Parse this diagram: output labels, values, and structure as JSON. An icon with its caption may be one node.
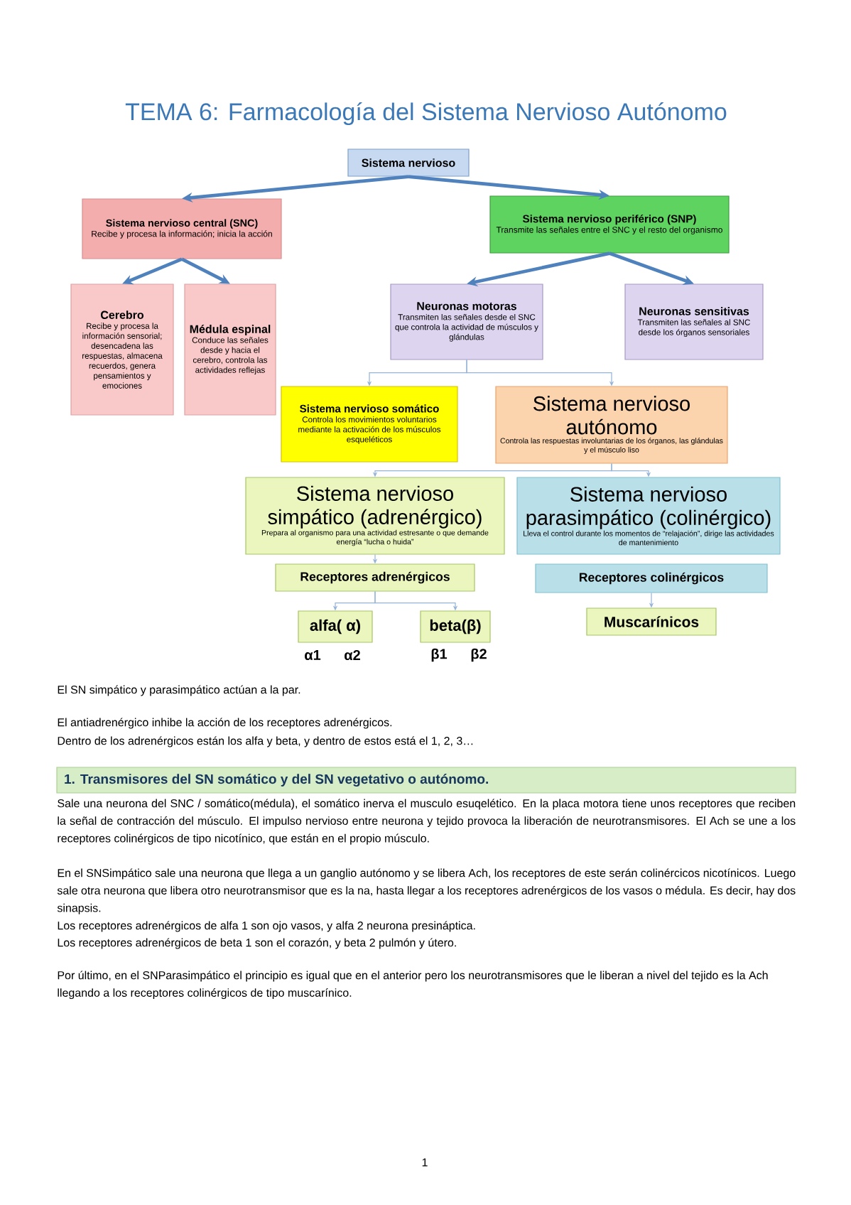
{
  "diagram": {
    "title": "TEMA 6: Farmacología del Sistema Nervioso Autónomo",
    "nodes": [
      {
        "text": [
          "Sistema nervioso"
        ]
      },
      {
        "text": [
          "Sistema nervioso central (SNC)",
          "Recibe y procesa la información; inicia la acción"
        ]
      },
      {
        "text": [
          "Sistema nervioso periférico (SNP)",
          "Transmite las señales entre el SNC y el resto del organismo"
        ]
      },
      {
        "text": [
          "Cerebro",
          "Recibe y procesa la información sensorial; desencadena las respuestas, almacena recuerdos, genera pensamientos y emociones"
        ]
      },
      {
        "text": [
          "Médula espinal",
          "Conduce las señales desde y hacia el cerebro, controla las actividades reflejas"
        ]
      },
      {
        "text": [
          "Neuronas motoras",
          "Transmiten las señales desde el SNC que controla la actividad de músculos y glándulas"
        ]
      },
      {
        "text": [
          "Neuronas sensitivas",
          "Transmiten las señales al SNC desde los órganos sensoriales"
        ]
      },
      {
        "text": [
          "Sistema nervioso somático",
          "Controla los movimientos voluntarios mediante la activación de los músculos esqueléticos"
        ]
      },
      {
        "text": [
          "Sistema nervioso autónomo",
          "Controla las respuestas involuntarias de los órganos, las glándulas y el músculo liso"
        ]
      },
      {
        "text": [
          "Sistema nervioso simpático (adrenérgico)",
          "Prepara al organismo para una actividad estresante o que demande energía “lucha o huida”"
        ]
      },
      {
        "text": [
          "Sistema nervioso parasimpático (colinérgico)",
          "Lleva el control durante los momentos de “relajación”, dirige las actividades de mantenimiento"
        ]
      },
      {
        "text": [
          "Receptores adrenérgicos"
        ]
      },
      {
        "text": [
          "Receptores colinérgicos"
        ]
      },
      {
        "text": [
          "alfa( α)"
        ],
        "beside": [
          "α1",
          "α2"
        ]
      },
      {
        "text": [
          "beta(β)"
        ],
        "beside": [
          "β1",
          "β2"
        ]
      },
      {
        "text": [
          "Muscarínicos"
        ]
      },
      {
        "text": [
          "1. Transmisores del SN somático y del SN vegetativo o autónomo."
        ]
      }
    ],
    "edges": [
      {
        "from": 0,
        "to": 1,
        "arrow": "to",
        "style": "thick",
        "color": "#4f81bd"
      },
      {
        "from": 0,
        "to": 2,
        "arrow": "to",
        "style": "thick",
        "color": "#4f81bd"
      },
      {
        "from": 1,
        "to": 3,
        "arrow": "to",
        "style": "thick",
        "color": "#4f81bd"
      },
      {
        "from": 1,
        "to": 4,
        "arrow": "to",
        "style": "thick",
        "color": "#4f81bd"
      },
      {
        "from": 2,
        "to": 5,
        "arrow": "to",
        "style": "thick",
        "color": "#4f81bd"
      },
      {
        "from": 2,
        "to": 6,
        "arrow": "to",
        "style": "thick",
        "color": "#4f81bd"
      },
      {
        "from": 5,
        "to": 7,
        "arrow": "to"
      },
      {
        "from": 5,
        "to": 8,
        "arrow": "to"
      },
      {
        "from": 8,
        "to": 9,
        "arrow": "to"
      },
      {
        "from": 8,
        "to": 10,
        "arrow": "to"
      },
      {
        "from": 9,
        "to": 11,
        "arrow": "to"
      },
      {
        "from": 11,
        "to": 13,
        "arrow": "to"
      },
      {
        "from": 11,
        "to": 14,
        "arrow": "to"
      },
      {
        "from": 12,
        "to": 15,
        "arrow": "to"
      }
    ],
    "labels": [
      "El SN simpático y parasimpático actúan a la par.",
      "El antiadrenérgico inhibe la acción de los receptores adrenérgicos.",
      "Dentro de los adrenérgicos están los alfa y beta, y dentro de estos está el 1, 2, 3…",
      "Sale una neurona del SNC / somático(médula), el somático inerva el musculo esuqelético. En la placa motora tiene unos receptores que reciben la señal de contracción del músculo. El impulso nervioso entre neurona y tejido provoca la liberación de neurotransmisores. El Ach se une a los receptores colinérgicos de tipo nicotínico, que están en el propio músculo.",
      "En el SNSimpático sale una neurona que llega a un ganglio autónomo y se libera Ach, los receptores de este serán colinércicos nicotínicos. Luego sale otra neurona que libera otro neurotransmisor que es la na, hasta llegar a los receptores adrenérgicos de los vasos o médula. Es decir, hay dos sinapsis.",
      "Los receptores adrenérgicos de alfa 1 son ojo vasos, y alfa 2 neurona presináptica.",
      "Los receptores adrenérgicos de beta 1 son el corazón, y beta 2 pulmón y útero.",
      "Por último, en el SNParasimpático el principio es igual que en el anterior pero los neurotransmisores que le liberan a nivel del tejido es la Ach llegando a los receptores colinérgicos de tipo muscarínico.",
      "1"
    ]
  }
}
